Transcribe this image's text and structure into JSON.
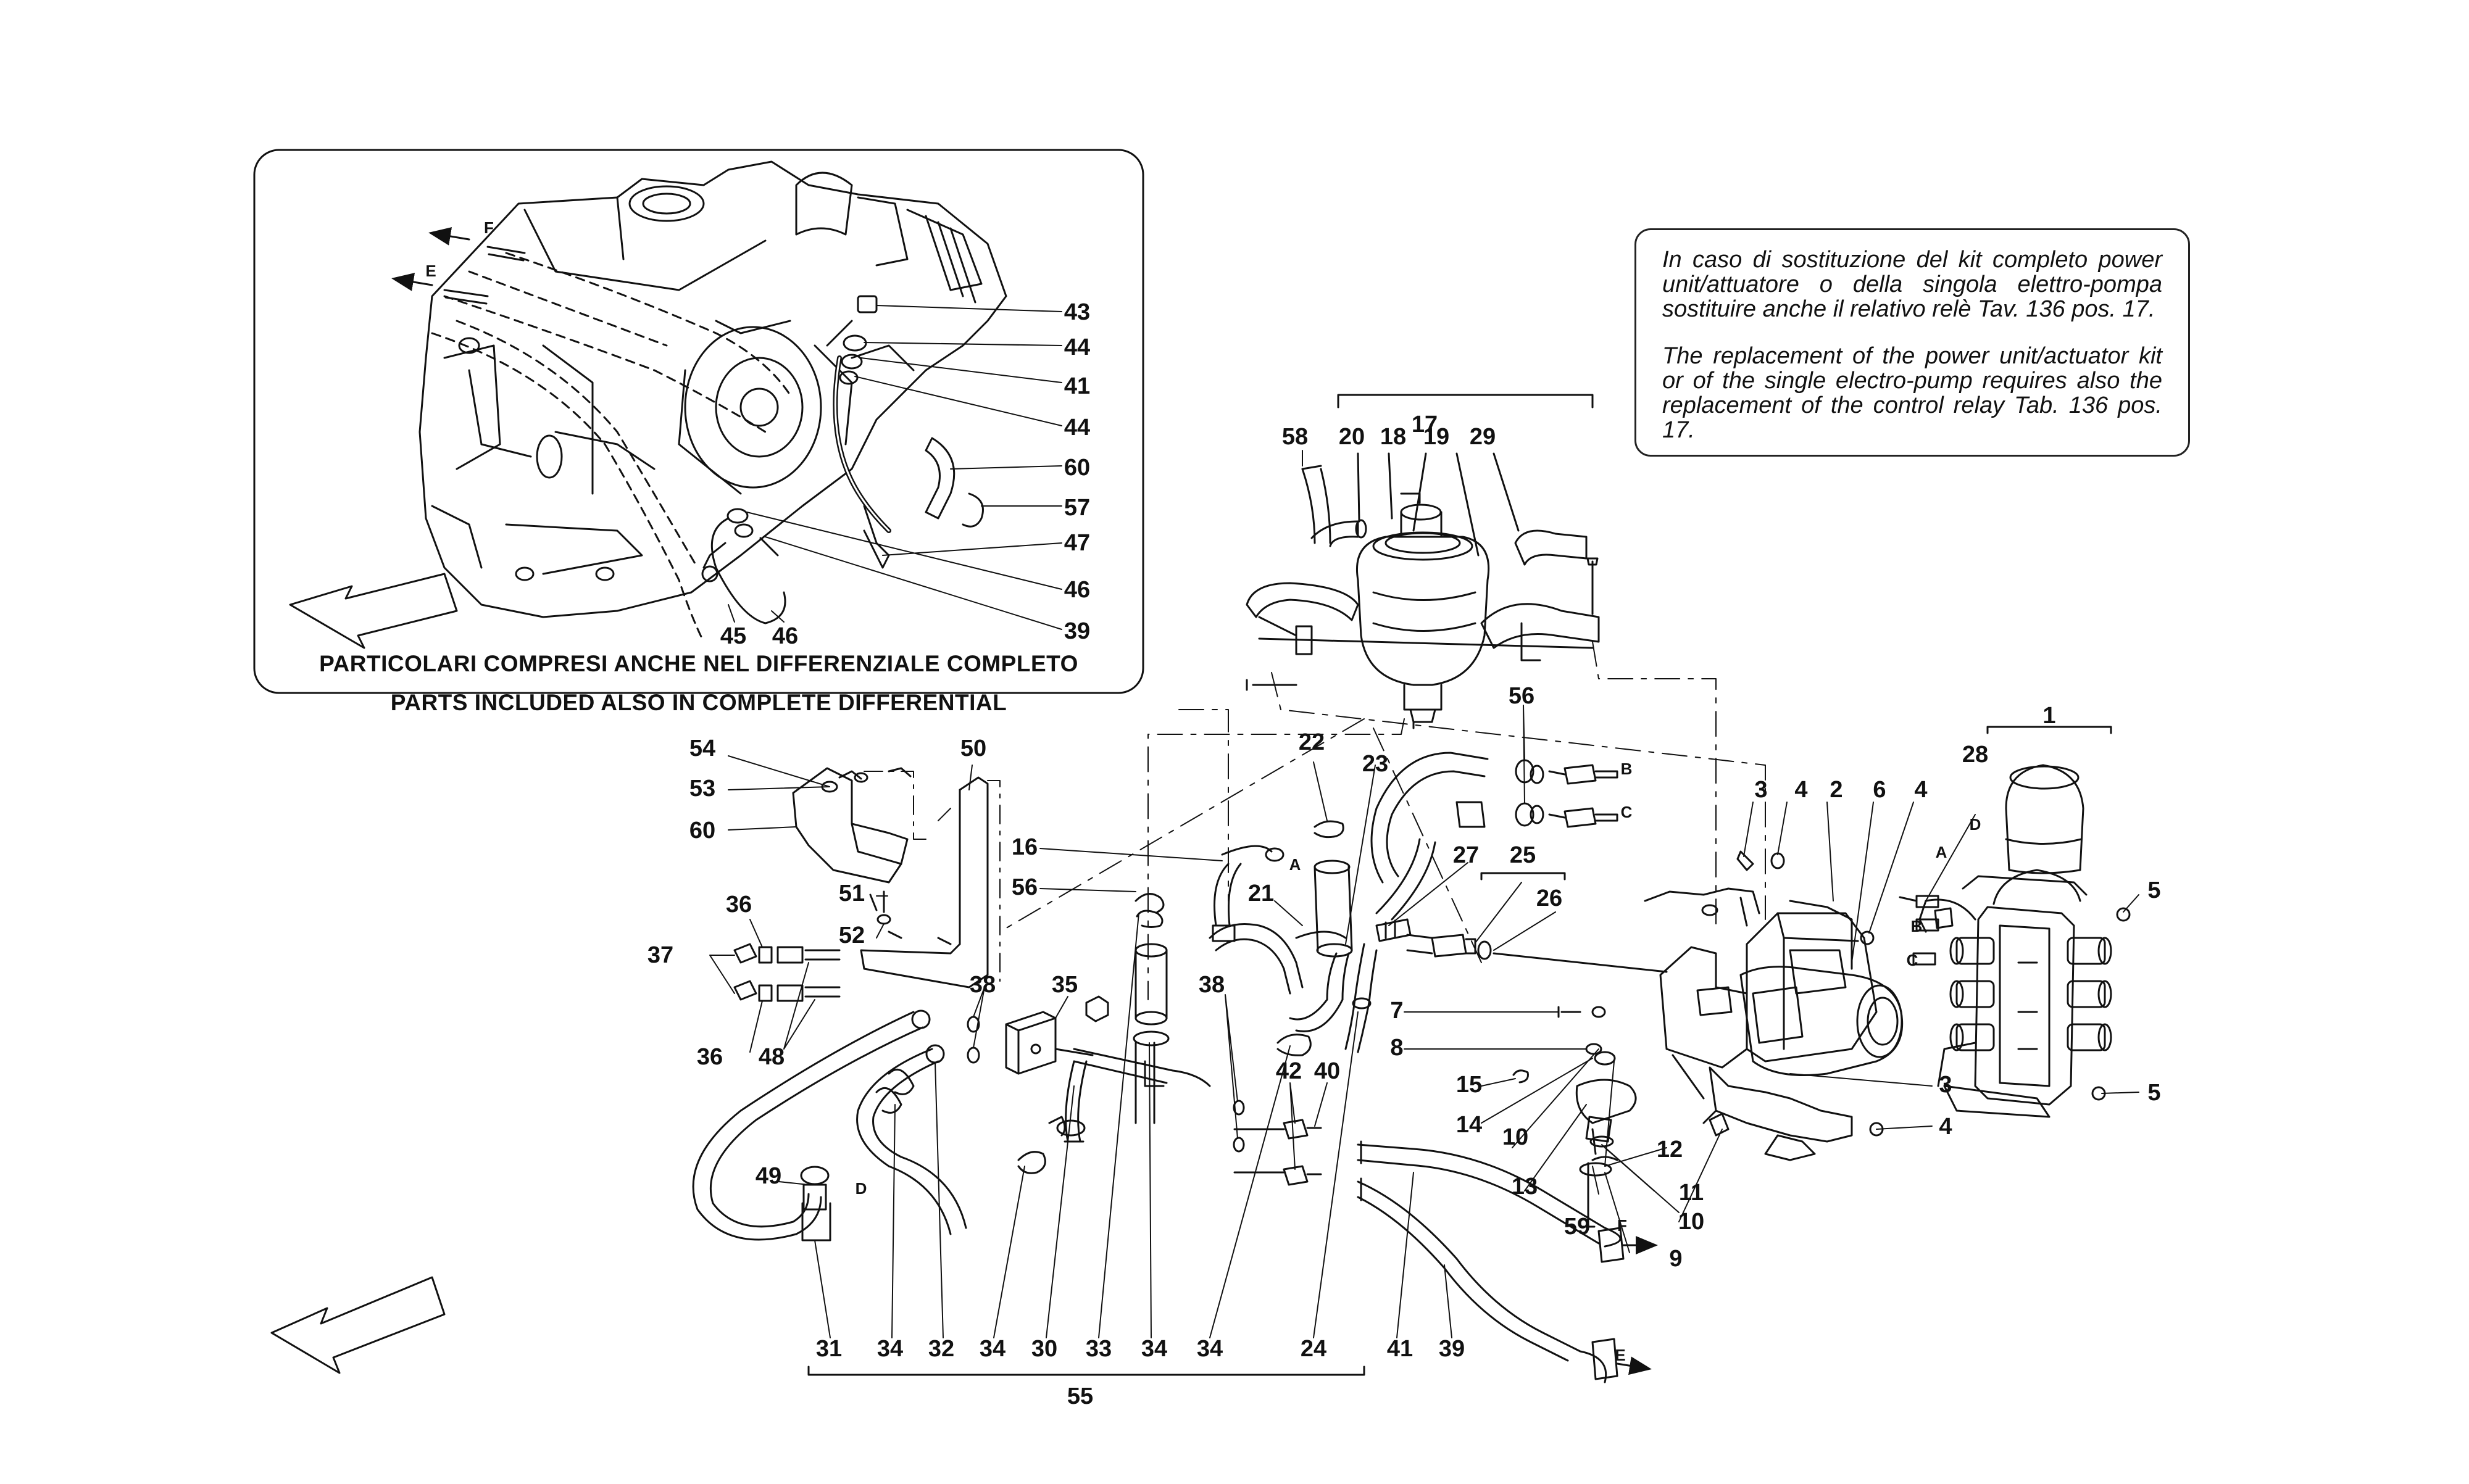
{
  "inset": {
    "caption_it": "PARTICOLARI COMPRESI ANCHE NEL DIFFERENZIALE COMPLETO",
    "caption_en": "PARTS INCLUDED ALSO IN COMPLETE DIFFERENTIAL"
  },
  "note": {
    "text_it": "In caso di sostituzione del kit completo power unit/attuatore o della singola elettro-pompa sostituire anche il relativo relè Tav. 136 pos. 17.",
    "text_en": "The replacement of the power unit/actuator kit or of the single electro-pump requires also the replacement of the control relay Tab. 136 pos. 17."
  },
  "labels": {
    "l43": "43",
    "l44a": "44",
    "l41a": "41",
    "l44b": "44",
    "l60a": "60",
    "l57": "57",
    "l47": "47",
    "l46a": "46",
    "l39a": "39",
    "l45": "45",
    "l46b": "46",
    "l17": "17",
    "l58": "58",
    "l20": "20",
    "l18": "18",
    "l19": "19",
    "l29": "29",
    "l54": "54",
    "l50": "50",
    "l53": "53",
    "l60b": "60",
    "l51": "51",
    "l52": "52",
    "l22": "22",
    "l23": "23",
    "l56a": "56",
    "l16": "16",
    "l56b": "56",
    "l21": "21",
    "l27": "27",
    "l25": "25",
    "l26": "26",
    "l36a": "36",
    "l37": "37",
    "l36b": "36",
    "l48": "48",
    "l38a": "38",
    "l35": "35",
    "l38b": "38",
    "l42": "42",
    "l40": "40",
    "l49": "49",
    "l31": "31",
    "l34a": "34",
    "l32": "32",
    "l34b": "34",
    "l30": "30",
    "l33": "33",
    "l34c": "34",
    "l34d": "34",
    "l24": "24",
    "l41b": "41",
    "l39b": "39",
    "l55": "55",
    "l3a": "3",
    "l4a": "4",
    "l2": "2",
    "l6": "6",
    "l4b": "4",
    "l1": "1",
    "l28": "28",
    "l5a": "5",
    "l5b": "5",
    "l3b": "3",
    "l4c": "4",
    "l7": "7",
    "l8": "8",
    "l15": "15",
    "l14": "14",
    "l10a": "10",
    "l13": "13",
    "l12": "12",
    "l11": "11",
    "l10b": "10",
    "l59": "59",
    "l9": "9"
  },
  "letters": {
    "F1": "F",
    "E1": "E",
    "B1": "B",
    "C1": "C",
    "A1": "A",
    "D1": "D",
    "A2": "A",
    "B2": "B",
    "C2": "C",
    "D2": "D",
    "F2": "F",
    "E2": "E"
  }
}
